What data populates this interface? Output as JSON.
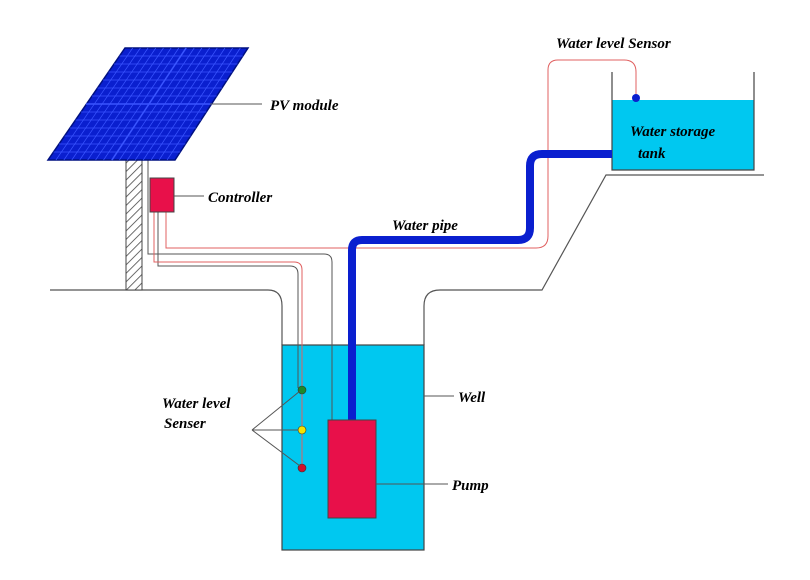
{
  "labels": {
    "pv_module": "PV module",
    "controller": "Controller",
    "water_pipe": "Water pipe",
    "water_level_sensor_top": "Water level Sensor",
    "tank_line1": "Water storage",
    "tank_line2": "tank",
    "well": "Well",
    "pump": "Pump",
    "senser_line1": "Water level",
    "senser_line2": "Senser"
  },
  "colors": {
    "panel_fill": "#0a1fcf",
    "panel_grid": "#3a55ff",
    "water": "#00c8f0",
    "pipe": "#0a1fcf",
    "pump": "#e8104a",
    "controller": "#e8104a",
    "wire_red": "#e06060",
    "wire_gray": "#555555",
    "sensor_green": "#1a8a2a",
    "sensor_yellow": "#f5e400",
    "sensor_red": "#d0102a",
    "tank_sensor": "#0a1fcf"
  },
  "icons": {
    "pole": "hatched-pole-icon",
    "sensor_probe": "probe-dot-icon"
  }
}
